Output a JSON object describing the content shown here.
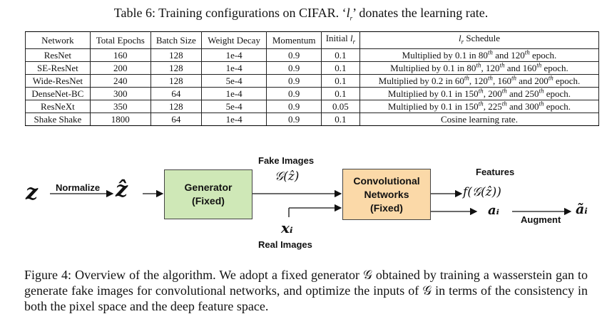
{
  "table": {
    "caption": "Table 6: Training configurations on CIFAR. ‘l_r’ donates the learning rate.",
    "headers": [
      "Network",
      "Total Epochs",
      "Batch Size",
      "Weight Decay",
      "Momentum",
      "Initial l_r",
      "l_r Schedule"
    ],
    "rows": [
      [
        "ResNet",
        "160",
        "128",
        "1e-4",
        "0.9",
        "0.1",
        "Multiplied by 0.1 in 80^th and 120^th epoch."
      ],
      [
        "SE-ResNet",
        "200",
        "128",
        "1e-4",
        "0.9",
        "0.1",
        "Multiplied by 0.1 in 80^th, 120^th and 160^th epoch."
      ],
      [
        "Wide-ResNet",
        "240",
        "128",
        "5e-4",
        "0.9",
        "0.1",
        "Multiplied by 0.2 in 60^th, 120^th, 160^th and 200^th epoch."
      ],
      [
        "DenseNet-BC",
        "300",
        "64",
        "1e-4",
        "0.9",
        "0.1",
        "Multiplied by 0.1 in 150^th, 200^th and 250^th epoch."
      ],
      [
        "ResNeXt",
        "350",
        "128",
        "5e-4",
        "0.9",
        "0.05",
        "Multiplied by 0.1 in 150^th, 225^th and 300^th epoch."
      ],
      [
        "Shake Shake",
        "1800",
        "64",
        "1e-4",
        "0.9",
        "0.1",
        "Cosine learning rate."
      ]
    ]
  },
  "diagram": {
    "z_symbol": "z",
    "normalize_label": "Normalize",
    "zhat_symbol": "ẑ",
    "generator_label": "Generator\n(Fixed)",
    "fake_images_label": "Fake Images",
    "g_zhat": "𝒢(ẑ)",
    "conv_label": "Convolutional\nNetworks\n(Fixed)",
    "real_images_label": "Real Images",
    "xi_symbol": "xᵢ",
    "features_label": "Features",
    "f_g_zhat": "f(𝒢(ẑ))",
    "ai_symbol": "aᵢ",
    "augment_label": "Augment",
    "ai_tilde_symbol": "ãᵢ",
    "generator_color": "#cfe8b7",
    "conv_color": "#fbd9a8"
  },
  "figure_caption": "Figure 4: Overview of the algorithm. We adopt a fixed generator 𝒢 obtained by training a wasserstein gan to generate fake images for convolutional networks, and optimize the inputs of 𝒢 in terms of the consistency in both the pixel space and the deep feature space."
}
